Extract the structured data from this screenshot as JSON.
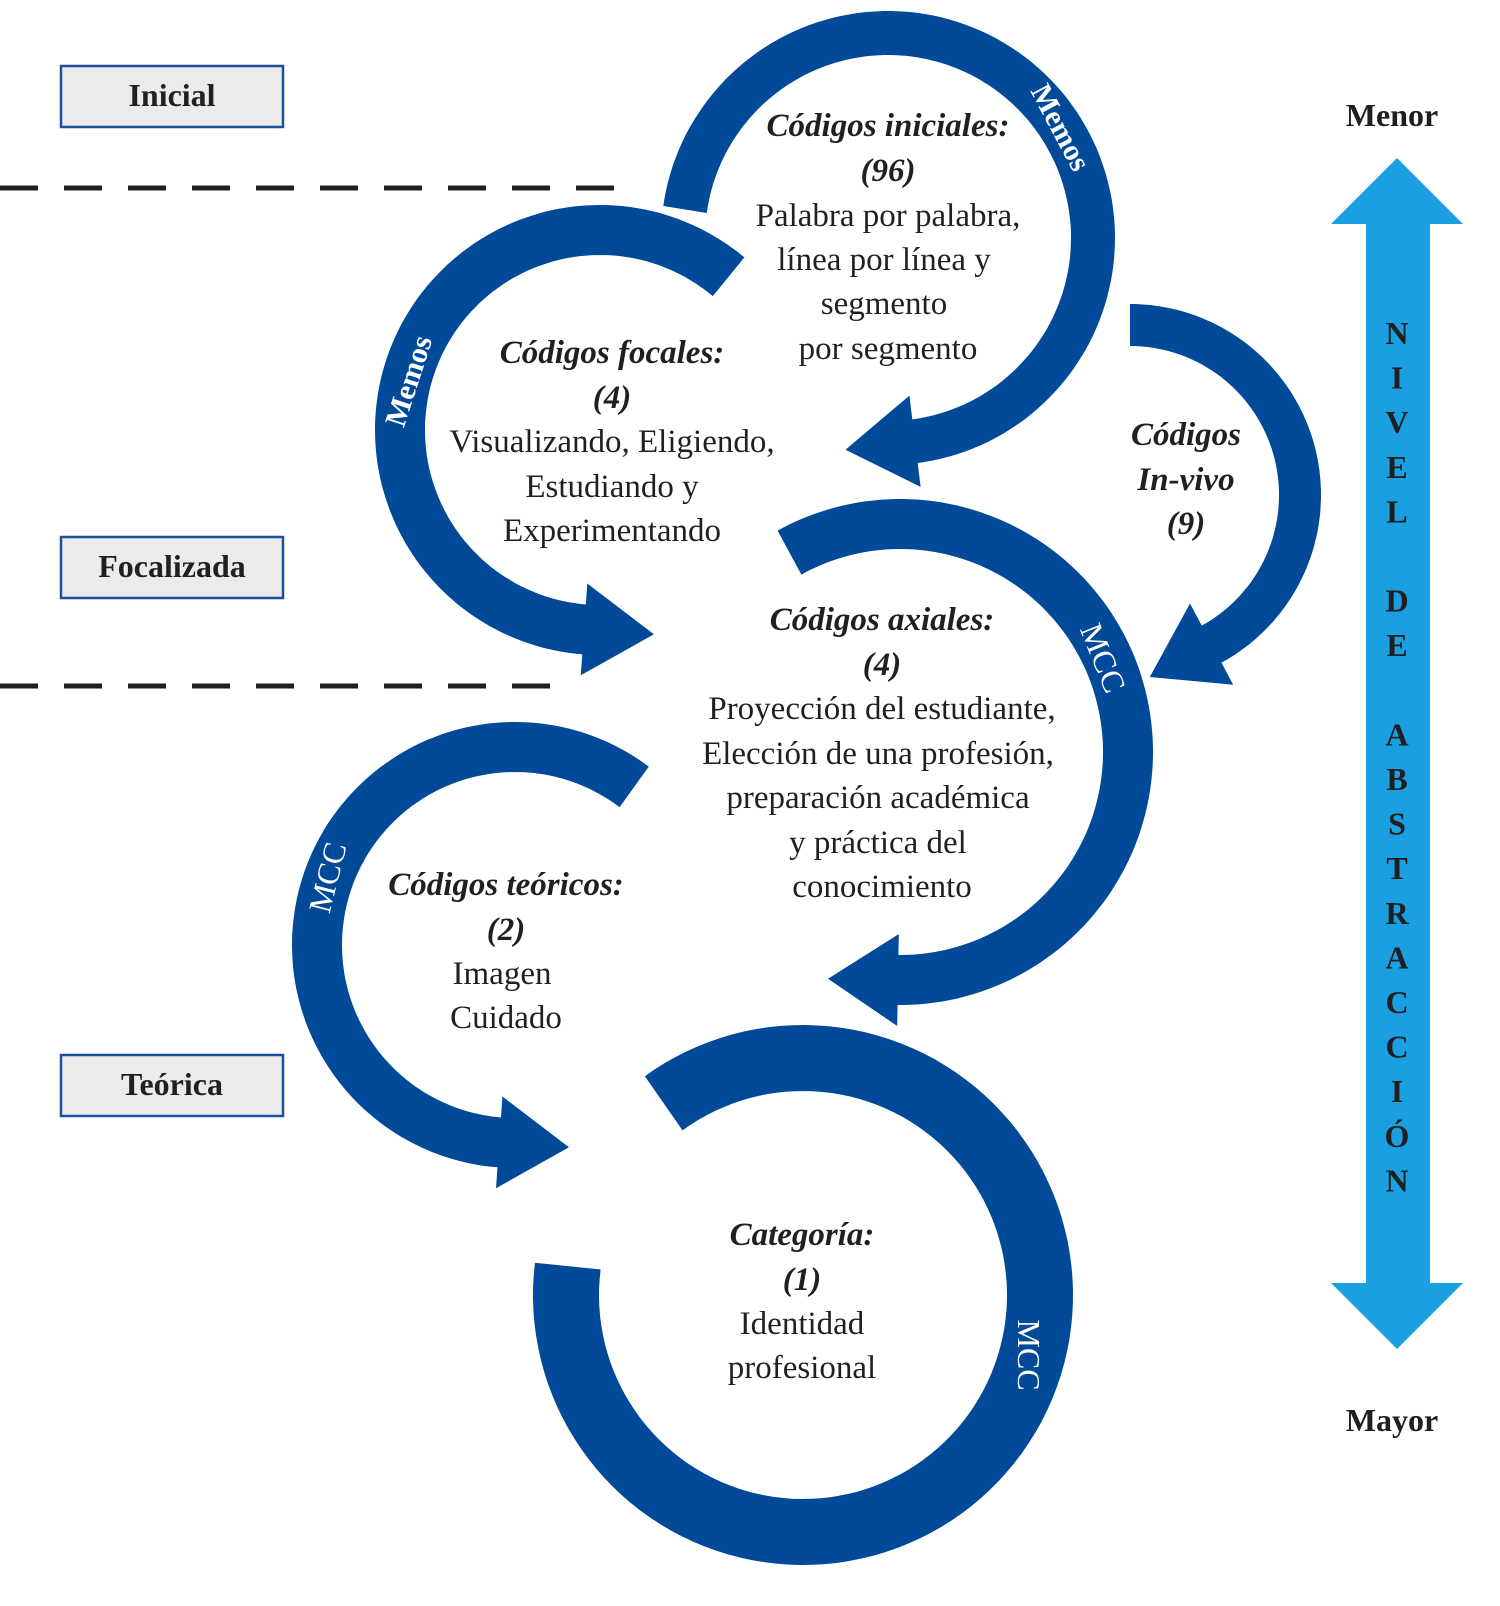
{
  "colors": {
    "arc": "#004a99",
    "scale_arrow": "#1a9fe0",
    "box_fill": "#ebebeb",
    "box_border": "#1f4e9c"
  },
  "stages": {
    "initial": "Inicial",
    "focused": "Focalizada",
    "theoretical": "Teórica"
  },
  "scale": {
    "top": "Menor",
    "bottom": "Mayor",
    "title": "NIVEL DE ABSTRACCIÓN"
  },
  "arc_labels": {
    "memos_top": "Memos",
    "memos_left": "Memos",
    "mcc_axial": "MCC",
    "mcc_theoretical": "MCC",
    "mcc_category": "MCC"
  },
  "initial_codes": {
    "title": "Códigos iniciales:",
    "count": "(96)",
    "lines": [
      "Palabra por palabra,",
      "línea por línea y",
      "segmento",
      "por segmento"
    ]
  },
  "focal_codes": {
    "title": "Códigos focales:",
    "count": "(4)",
    "lines": [
      "Visualizando, Eligiendo,",
      "Estudiando y",
      "Experimentando"
    ]
  },
  "invivo_codes": {
    "title1": "Códigos",
    "title2": "In-vivo",
    "count": "(9)"
  },
  "axial_codes": {
    "title": "Códigos axiales:",
    "count": "(4)",
    "lines": [
      "Proyección del estudiante,",
      "Elección de una profesión,",
      "preparación académica",
      "y práctica del",
      "conocimiento"
    ]
  },
  "theoretical_codes": {
    "title": "Códigos teóricos:",
    "count": "(2)",
    "lines": [
      "Imagen",
      "Cuidado"
    ]
  },
  "category": {
    "title": "Categoría:",
    "count": "(1)",
    "lines": [
      "Identidad",
      "profesional"
    ]
  }
}
